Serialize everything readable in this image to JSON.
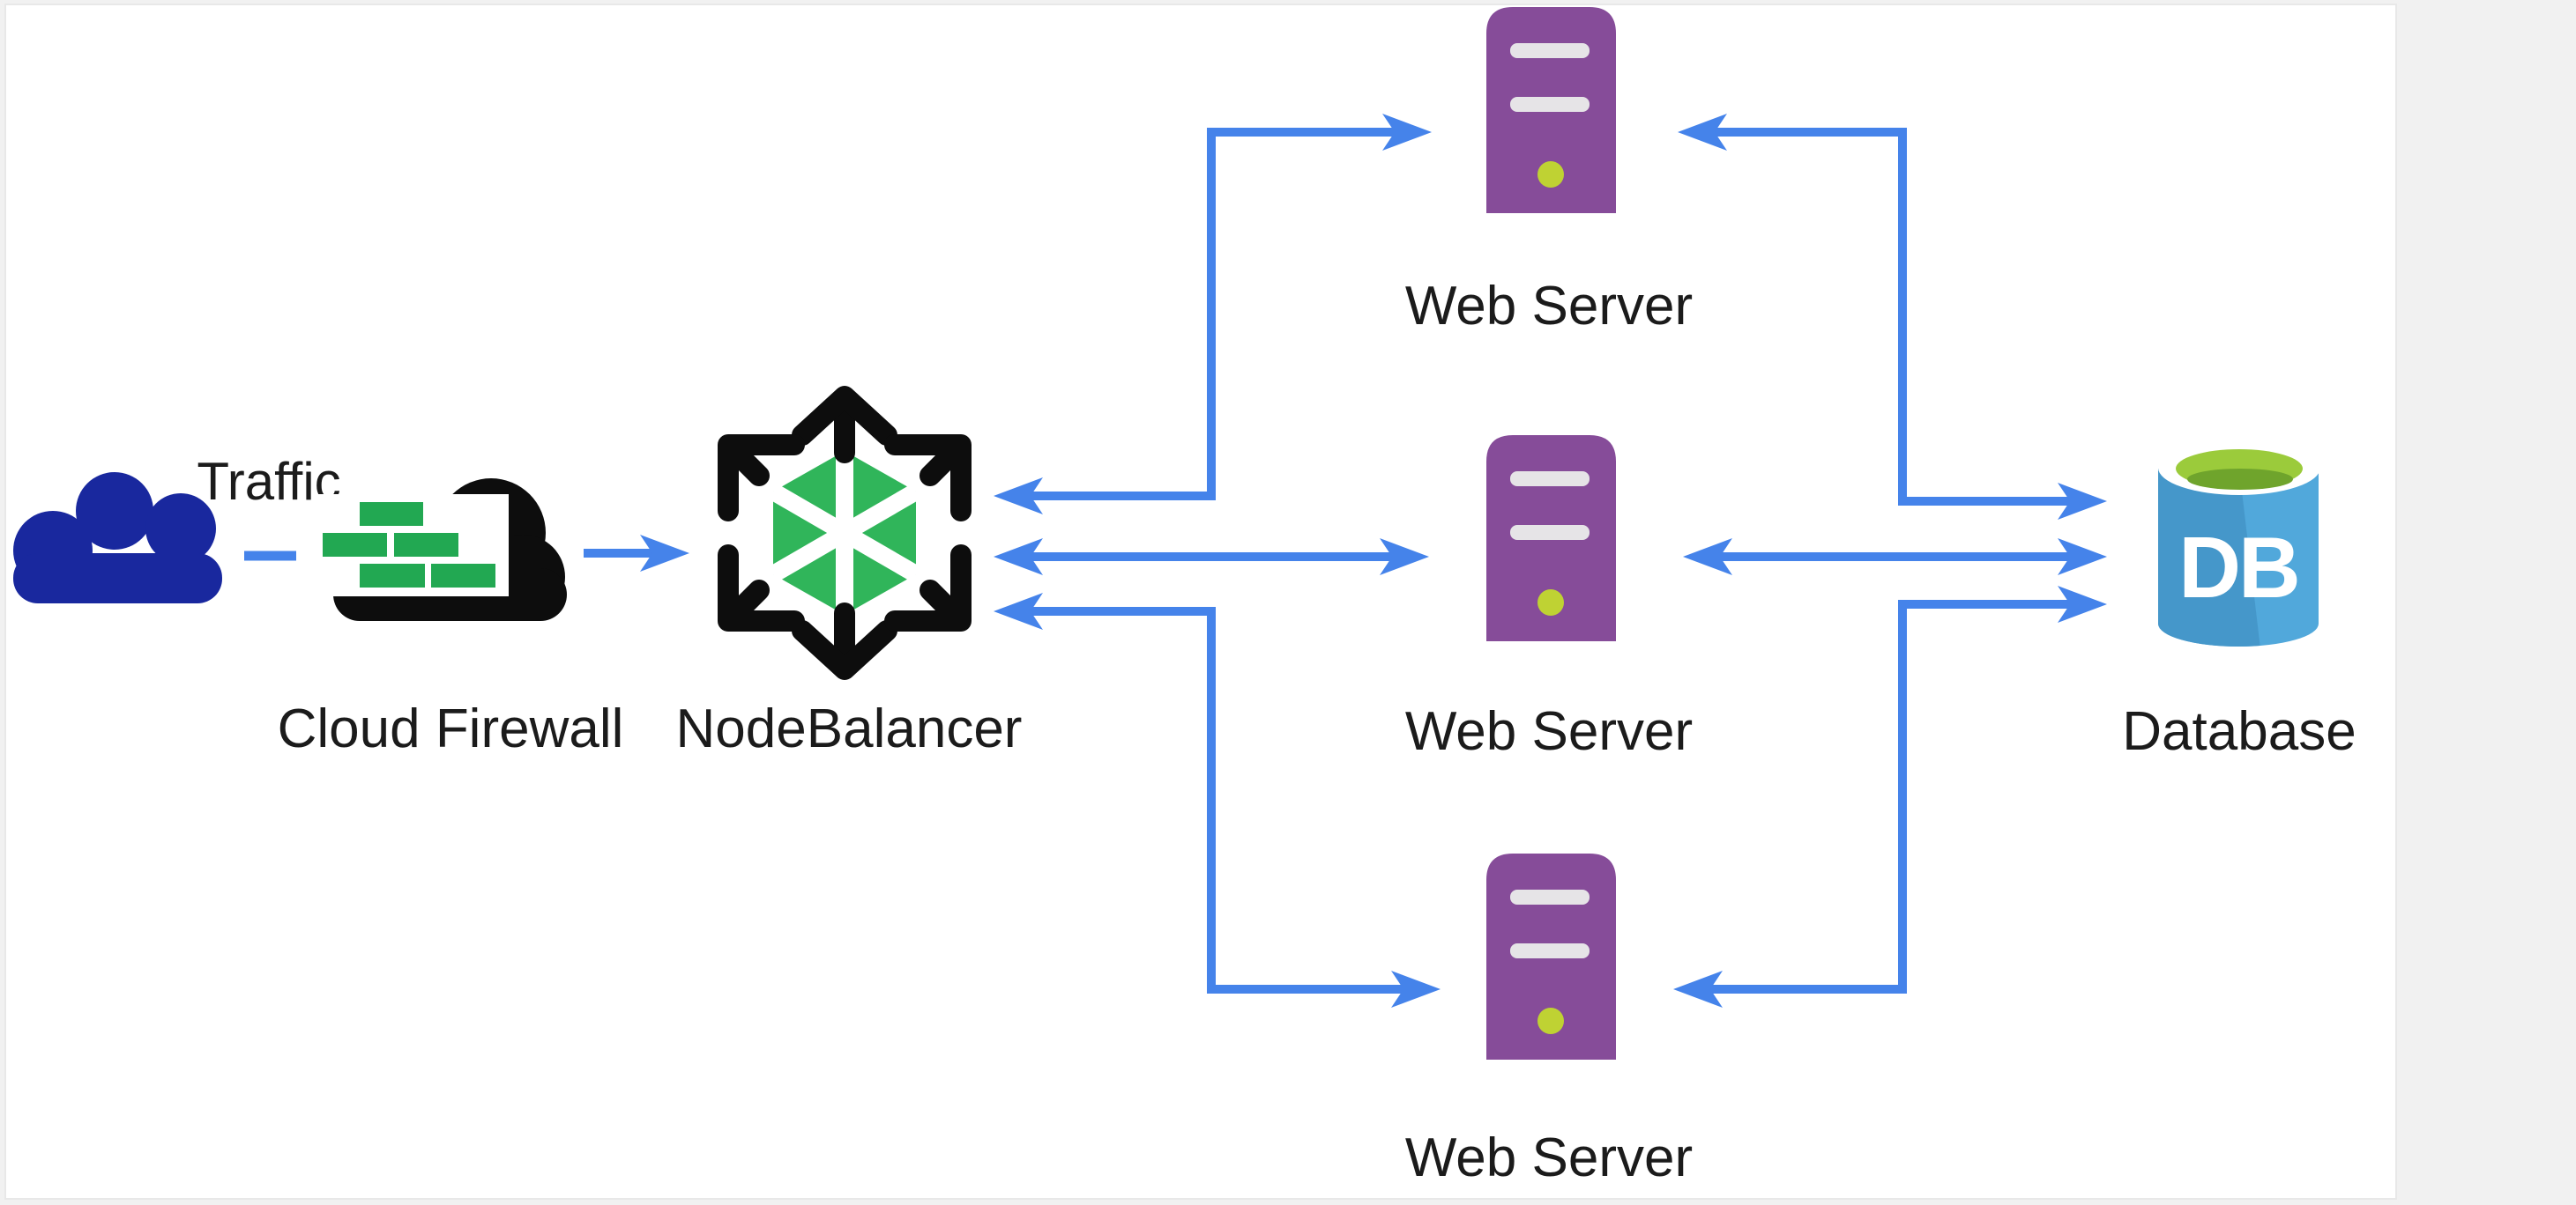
{
  "diagram": {
    "nodes": {
      "traffic": {
        "label": "Traffic"
      },
      "firewall": {
        "label": "Cloud Firewall"
      },
      "nodebalancer": {
        "label": "NodeBalancer"
      },
      "webserver1": {
        "label": "Web Server"
      },
      "webserver2": {
        "label": "Web Server"
      },
      "webserver3": {
        "label": "Web Server"
      },
      "database": {
        "label": "Database",
        "badge": "DB"
      }
    },
    "edges": [
      {
        "from": "traffic",
        "to": "firewall",
        "style": "dashed",
        "direction": "none"
      },
      {
        "from": "firewall",
        "to": "nodebalancer",
        "style": "solid",
        "direction": "forward"
      },
      {
        "from": "nodebalancer",
        "to": "webserver1",
        "style": "solid",
        "direction": "both"
      },
      {
        "from": "nodebalancer",
        "to": "webserver2",
        "style": "solid",
        "direction": "both"
      },
      {
        "from": "nodebalancer",
        "to": "webserver3",
        "style": "solid",
        "direction": "both"
      },
      {
        "from": "webserver1",
        "to": "database",
        "style": "solid",
        "direction": "both"
      },
      {
        "from": "webserver2",
        "to": "database",
        "style": "solid",
        "direction": "both"
      },
      {
        "from": "webserver3",
        "to": "database",
        "style": "solid",
        "direction": "both"
      }
    ],
    "colors": {
      "page_background": "#F1F1F1",
      "canvas_background": "#FFFFFF",
      "arrow_blue": "#4583EA",
      "traffic_cloud_navy": "#19289E",
      "firewall_cloud_black": "#0D0D0D",
      "brick_green": "#22A852",
      "hexagon_green": "#30B55A",
      "server_purple": "#864C99",
      "server_slot_gray": "#E6E4E7",
      "server_led_green": "#BFD233",
      "db_body_blue": "#51A8DB",
      "db_body_blue_dark": "#4597CA",
      "db_top_green": "#9BCB3B",
      "db_top_green_dark": "#6FA42C",
      "label_text": "#1B1B1B"
    }
  }
}
